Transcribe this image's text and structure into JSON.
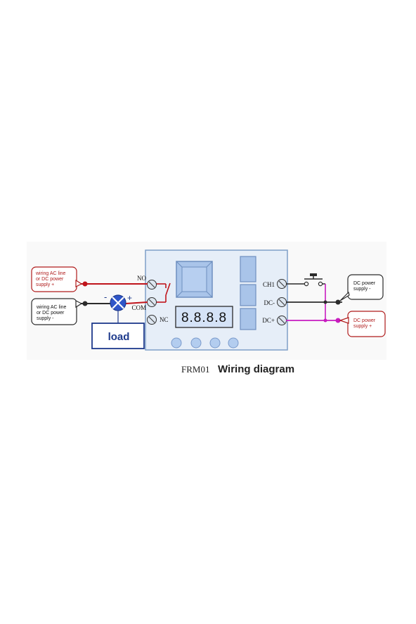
{
  "caption": {
    "model": "FRM01",
    "title": "Wiring diagram"
  },
  "callouts": {
    "ac_positive": "wiring AC line\nor DC power\nsupply +",
    "ac_negative": "wiring AC line\nor DC power\nsupply -",
    "dc_negative": "DC power\nsupply -",
    "dc_positive": "DC power\nsupply +"
  },
  "load": {
    "label": "load",
    "minus": "-",
    "plus": "+"
  },
  "terminals": {
    "no": "NO",
    "com": "COM",
    "nc": "NC",
    "ch1": "CH1",
    "dc_minus": "DC-",
    "dc_plus": "DC+"
  },
  "display": {
    "digits": "8.8.8.8"
  },
  "colors": {
    "board": "#e6eef8",
    "board_border": "#7f9fc8",
    "component_fill": "#a9c4e9",
    "component_stroke": "#6e8fbf",
    "display_bg": "#d5e3f7",
    "positive_wire": "#c0141b",
    "negative_wire": "#2b2b2b",
    "dc_positive_wire": "#c81cc0",
    "load_box": "#1e3a8c",
    "load_lamp": "#2f56c9",
    "callout_red": "#b01c1c"
  }
}
